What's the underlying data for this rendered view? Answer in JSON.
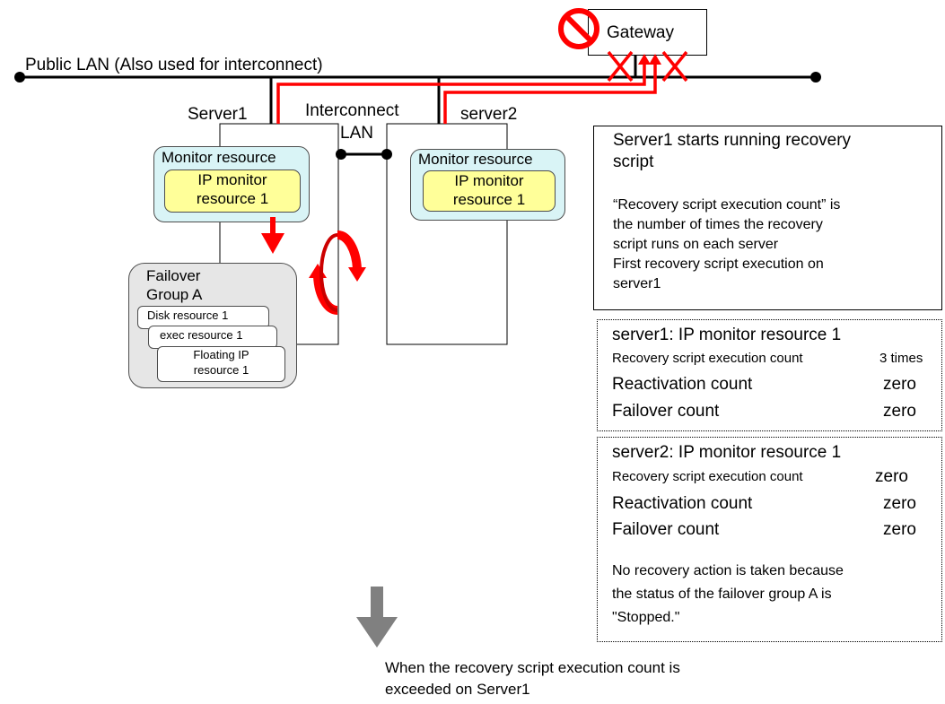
{
  "gateway": {
    "label": "Gateway"
  },
  "public_lan": {
    "label": "Public LAN (Also used for interconnect)"
  },
  "interconnect": {
    "line1": "Interconnect",
    "line2": "LAN"
  },
  "server1": {
    "label": "Server1",
    "monitor_title": "Monitor resource",
    "ip_monitor_line1": "IP monitor",
    "ip_monitor_line2": "resource 1"
  },
  "server2": {
    "label": "server2",
    "monitor_title": "Monitor resource",
    "ip_monitor_line1": "IP monitor",
    "ip_monitor_line2": "resource 1"
  },
  "failover_group": {
    "title_line1": "Failover",
    "title_line2": "Group A",
    "resources": [
      "Disk resource 1",
      "exec resource 1"
    ],
    "floating_ip_line1": "Floating IP",
    "floating_ip_line2": "resource 1"
  },
  "info_box": {
    "title_line1": "Server1 starts running recovery",
    "title_line2": "script",
    "body_lines": [
      "“Recovery script execution count” is",
      "the number of times the recovery",
      "script runs on each server",
      "First recovery script execution on",
      "server1"
    ]
  },
  "server1_counts": {
    "title": "server1: IP monitor resource 1",
    "rows": [
      {
        "label": "Recovery script execution count",
        "value": "3 times"
      },
      {
        "label": "Reactivation count",
        "value": "zero"
      },
      {
        "label": "Failover count",
        "value": "zero"
      }
    ]
  },
  "server2_counts": {
    "title": "server2: IP monitor resource 1",
    "rows": [
      {
        "label": "Recovery script execution count",
        "value": "zero"
      },
      {
        "label": "Reactivation count",
        "value": "zero"
      },
      {
        "label": "Failover count",
        "value": "zero"
      }
    ],
    "note_lines": [
      "No recovery action is taken because",
      "the status of the failover group A is",
      "\"Stopped.\""
    ]
  },
  "next_step": {
    "line1": "When the recovery script execution count is",
    "line2": "exceeded on Server1"
  },
  "colors": {
    "accent_red": "#ff0000",
    "arrow_gray": "#808080"
  }
}
